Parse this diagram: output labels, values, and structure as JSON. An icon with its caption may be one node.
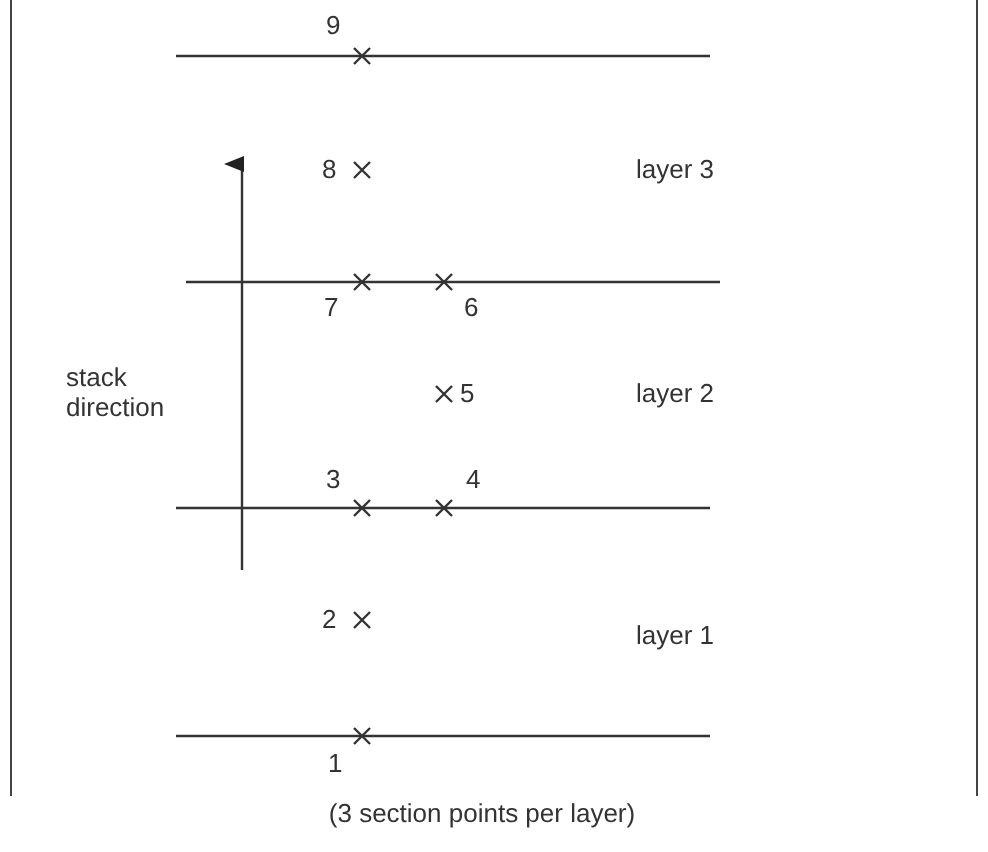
{
  "diagram": {
    "caption": "(3 section points per layer)",
    "labels": [
      "9",
      "8",
      "layer 3",
      "7",
      "6",
      "stack direction",
      "5",
      "layer 2",
      "3",
      "4",
      "2",
      "layer 1",
      "1"
    ]
  }
}
